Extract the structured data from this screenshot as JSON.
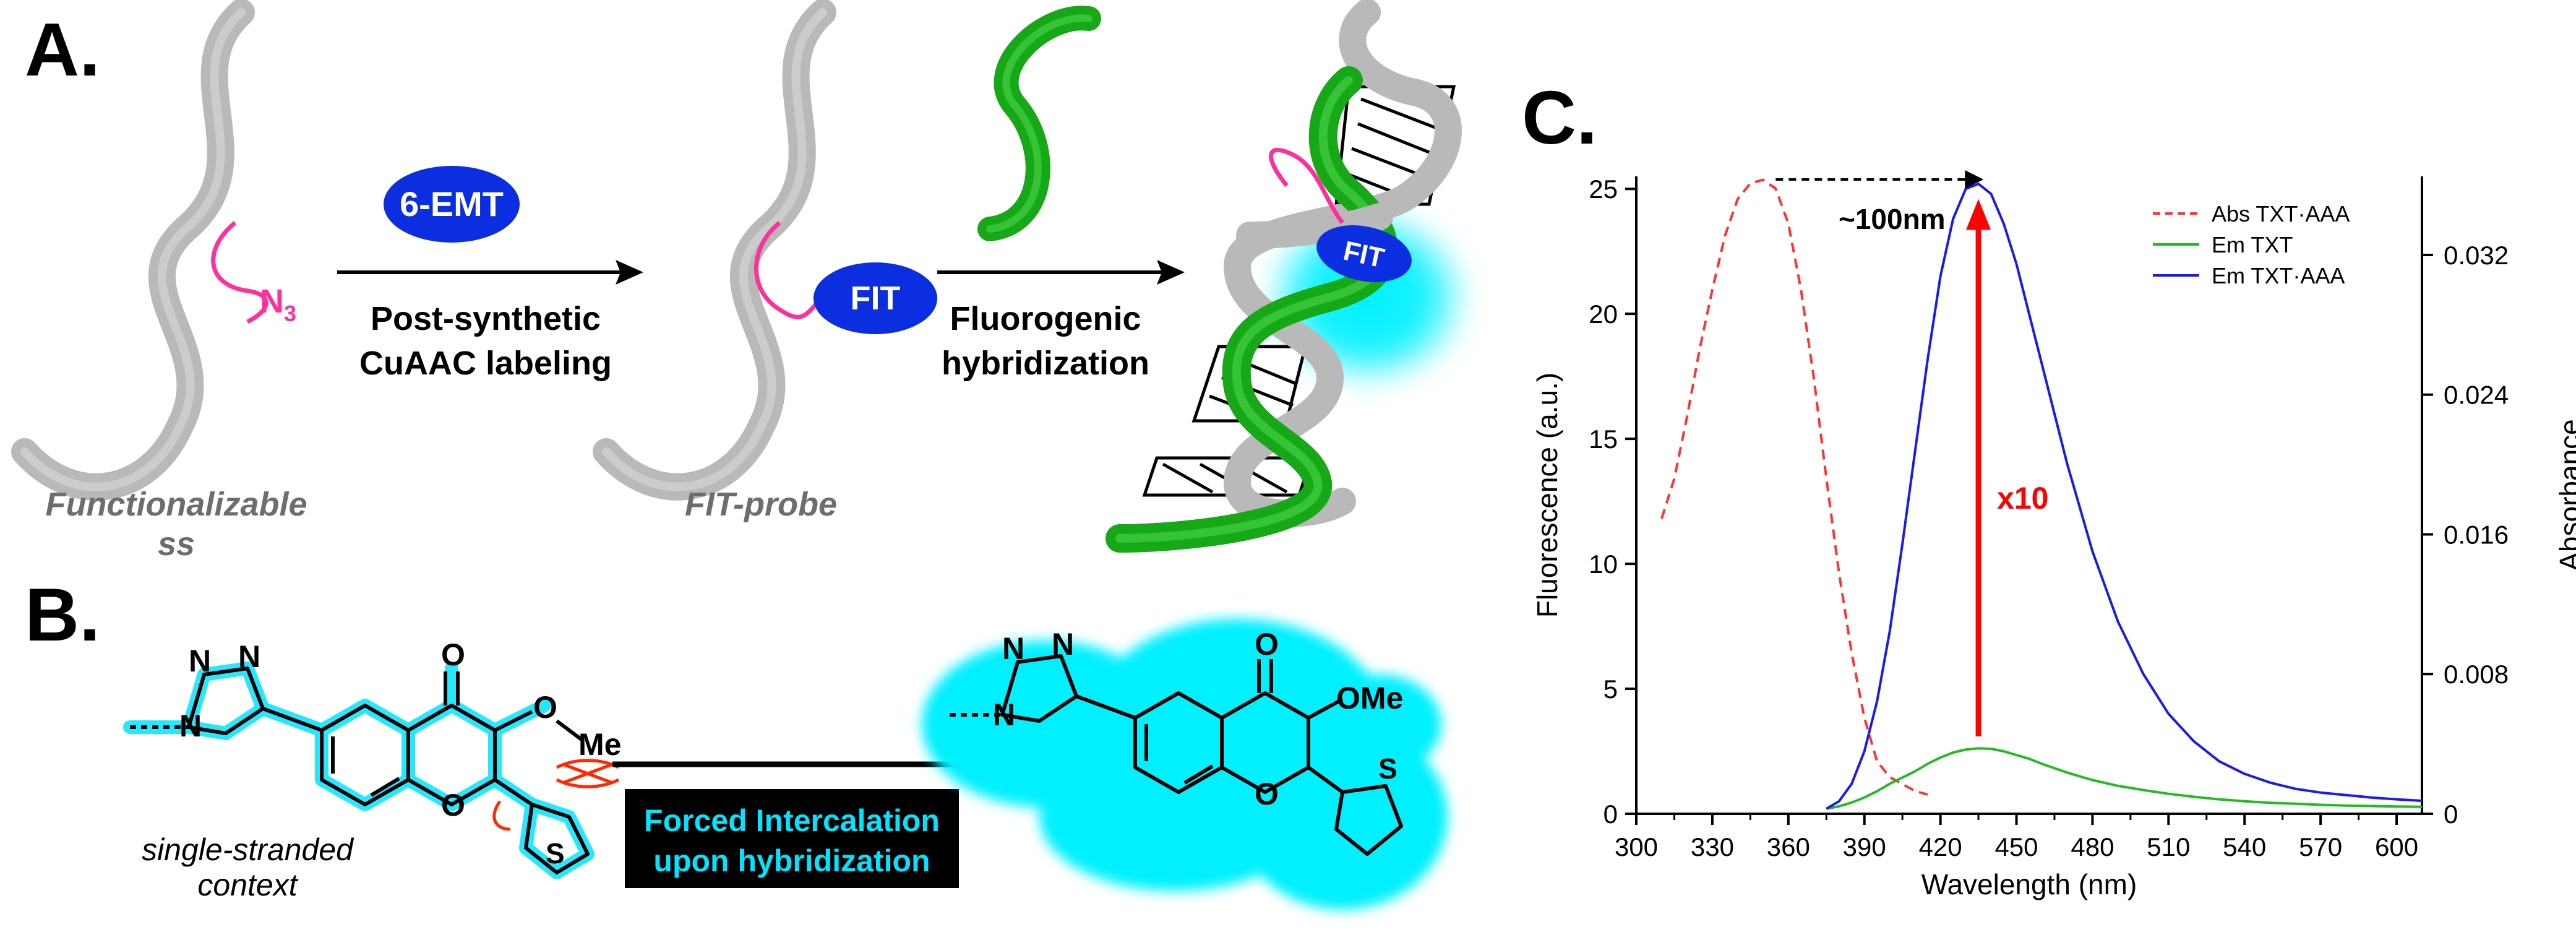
{
  "panel_a": {
    "label": "A.",
    "reagent": "6-EMT",
    "azide": "N",
    "azide_sub": "3",
    "step1_line1": "Post-synthetic",
    "step1_line2": "CuAAC labeling",
    "fit_label": "FIT",
    "fit_label_duplex": "FIT",
    "step2_line1": "Fluorogenic",
    "step2_line2": "hybridization",
    "caption_left_line1": "Functionalizable",
    "caption_left_line2": "ss",
    "caption_mid": "FIT-probe"
  },
  "panel_b": {
    "label": "B.",
    "left_n1": "N",
    "left_n2": "N",
    "left_n3": "N",
    "left_o_carbonyl": "O",
    "left_o_ring": "O",
    "left_o_methoxy": "O",
    "left_me": "Me",
    "left_s": "S",
    "context_line1": "single-stranded",
    "context_line2": "context",
    "box_line1": "Forced Intercalation",
    "box_line2": "upon hybridization",
    "right_n1": "N",
    "right_n2": "N",
    "right_n3": "N",
    "right_o_carbonyl": "O",
    "right_o_ring": "O",
    "right_ome": "OMe",
    "right_s": "S"
  },
  "panel_c": {
    "label": "C."
  },
  "colors": {
    "dna_gray": "#b9b9b9",
    "dna_green": "#16a816",
    "fit_blue": "#0a2ee0",
    "linker_pink": "#ff2f9b",
    "glow_cyan": "#00f0ff",
    "arrow_red": "#ff0000",
    "text_gray": "#6d6d6d"
  },
  "chart_data": {
    "type": "line",
    "xlabel": "Wavelength (nm)",
    "ylabel": "Fluorescence (a.u.)",
    "y2label": "Absorbance",
    "xlim": [
      300,
      610
    ],
    "ylim": [
      0,
      25.5
    ],
    "y2lim": [
      0,
      0.0365
    ],
    "xticks": [
      300,
      330,
      360,
      390,
      420,
      450,
      480,
      510,
      540,
      570,
      600
    ],
    "yticks": [
      0,
      5,
      10,
      15,
      20,
      25
    ],
    "y2ticks": [
      0,
      0.008,
      0.016,
      0.024,
      0.032
    ],
    "y2ticklabels": [
      "0",
      "0.008",
      "0.016",
      "0.024",
      "0.032"
    ],
    "shift_annotation": "~100nm",
    "fold_annotation": "x10",
    "legend_position": "top-right",
    "series": [
      {
        "name": "Abs TXT·AAA",
        "axis": "right",
        "style": "dashed",
        "color": "#ff3333",
        "x": [
          310,
          315,
          320,
          325,
          330,
          335,
          340,
          345,
          350,
          355,
          360,
          365,
          370,
          375,
          380,
          385,
          390,
          395,
          400,
          405,
          410,
          415
        ],
        "values": [
          0.0169,
          0.0192,
          0.0227,
          0.0266,
          0.03,
          0.0331,
          0.0352,
          0.0361,
          0.0363,
          0.0358,
          0.0338,
          0.03,
          0.025,
          0.0192,
          0.0138,
          0.0092,
          0.0055,
          0.003,
          0.0021,
          0.0017,
          0.0013,
          0.0011
        ]
      },
      {
        "name": "Em  TXT",
        "axis": "left",
        "style": "solid",
        "color": "#22bb22",
        "x": [
          375,
          380,
          385,
          390,
          395,
          400,
          405,
          410,
          415,
          420,
          425,
          430,
          435,
          440,
          445,
          450,
          455,
          460,
          470,
          480,
          490,
          500,
          510,
          520,
          530,
          540,
          550,
          560,
          570,
          580,
          590,
          600,
          610
        ],
        "values": [
          0.2,
          0.3,
          0.45,
          0.65,
          0.9,
          1.2,
          1.45,
          1.7,
          2.0,
          2.25,
          2.45,
          2.57,
          2.62,
          2.6,
          2.5,
          2.35,
          2.2,
          2.0,
          1.65,
          1.35,
          1.12,
          0.95,
          0.8,
          0.68,
          0.58,
          0.5,
          0.44,
          0.4,
          0.36,
          0.33,
          0.31,
          0.29,
          0.28
        ]
      },
      {
        "name": "Em  TXT·AAA",
        "axis": "left",
        "style": "solid",
        "color": "#1a1aee",
        "x": [
          375,
          380,
          385,
          390,
          395,
          400,
          405,
          410,
          415,
          420,
          425,
          430,
          435,
          440,
          445,
          450,
          455,
          460,
          465,
          470,
          480,
          490,
          500,
          510,
          520,
          530,
          540,
          550,
          560,
          570,
          580,
          590,
          600,
          610
        ],
        "values": [
          0.2,
          0.5,
          1.2,
          2.5,
          4.5,
          7.3,
          10.8,
          14.5,
          18.2,
          21.5,
          23.8,
          25.0,
          25.2,
          24.8,
          23.6,
          22.0,
          20.0,
          18.0,
          16.0,
          14.0,
          10.5,
          7.7,
          5.6,
          4.0,
          2.9,
          2.1,
          1.6,
          1.25,
          1.0,
          0.85,
          0.75,
          0.65,
          0.58,
          0.52
        ]
      }
    ]
  }
}
